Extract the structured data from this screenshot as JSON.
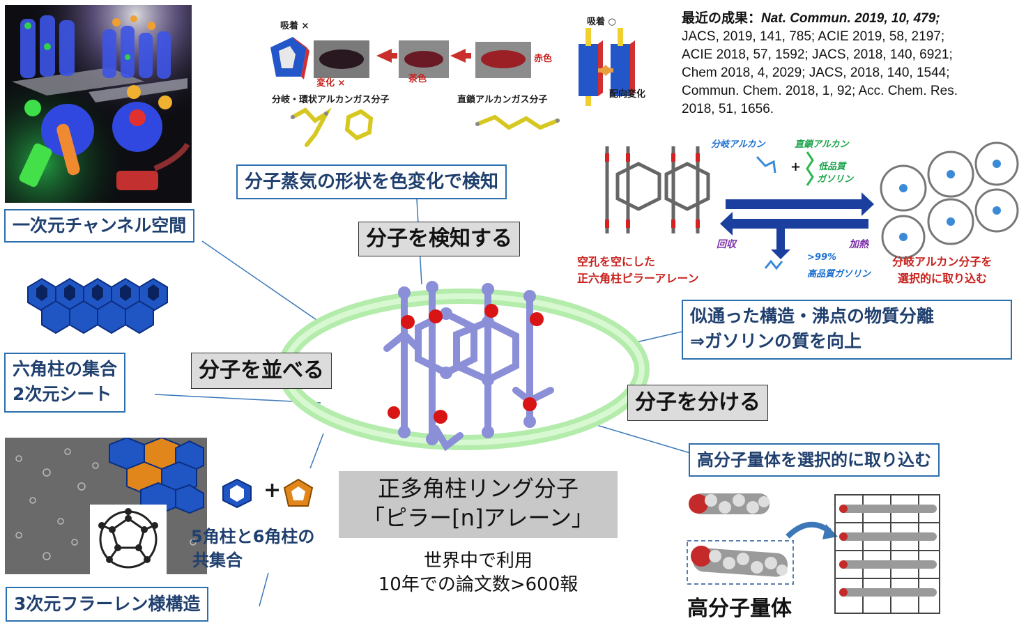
{
  "references": {
    "label": "最近の成果：",
    "lines": [
      "Nat. Commun. 2019, 10, 479;",
      "JACS, 2019, 141, 785; ACIE 2019, 58, 2197;",
      "ACIE 2018, 57, 1592; JACS, 2018, 140, 6921;",
      "Chem 2018, 4, 2029; JACS, 2018, 140, 1544;",
      "Commun. Chem. 2018, 1, 92; Acc. Chem. Res.",
      "2018, 51, 1656."
    ]
  },
  "center": {
    "title_line1": "正多角柱リング分子",
    "title_line2": "「ピラー[n]アレーン」",
    "usage_line1": "世界中で利用",
    "usage_line2": "10年での論文数>600報"
  },
  "topics": {
    "detect": "分子を検知する",
    "arrange": "分子を並べる",
    "separate": "分子を分ける"
  },
  "features": {
    "vapor_color": "分子蒸気の形状を色変化で検知",
    "channel": "一次元チャンネル空間",
    "hex_sheet_line1": "六角柱の集合",
    "hex_sheet_line2": "2次元シート",
    "fullerene": "3次元フラーレン様構造",
    "separation_line1": "似通った構造・沸点の物質分離",
    "separation_line2": "⇒ガソリンの質を向上",
    "polymer": "高分子量体を選択的に取り込む"
  },
  "vapor_panel": {
    "adsorb_no": "吸着 ×",
    "adsorb_yes": "吸着 ○",
    "change_no": "変化 ×",
    "brown": "茶色",
    "red": "赤色",
    "orient": "配向変化",
    "branched": "分岐・環状アルカンガス分子",
    "linear": "直鎖アルカンガス分子"
  },
  "gasoline_panel": {
    "branched_alkane": "分岐アルカン",
    "linear_alkane": "直鎖アルカン",
    "low_quality_1": "低品質",
    "low_quality_2": "ガソリン",
    "recover": "回収",
    "heat": "加熱",
    "emptied_1": "空孔を空にした",
    "emptied_2": "正六角柱ピラーアレーン",
    "high_quality_1": ">99%",
    "high_quality_2": "高品質ガソリン",
    "selective_1": "分岐アルカン分子を",
    "selective_2": "選択的に取り込む"
  },
  "coassembly": {
    "plus": "+",
    "line1": "5角柱と6角柱の",
    "line2": "共集合"
  },
  "polymer_panel": {
    "label": "高分子量体"
  },
  "colors": {
    "box_border": "#2c6fae",
    "ring": "#b9f0b0",
    "molecule": "#8a8fd8",
    "oxygen": "#d81414",
    "hex_blue": "#1f56c4",
    "pent_orange": "#e0861a"
  }
}
